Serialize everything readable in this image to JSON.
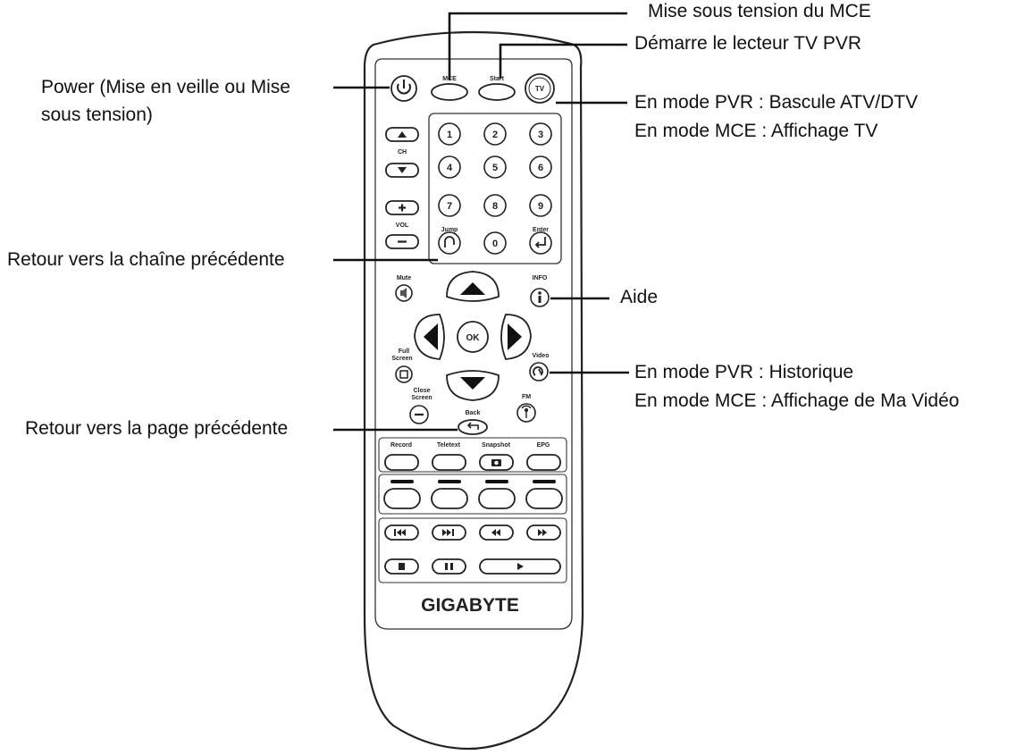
{
  "remote": {
    "brand": "GIGABYTE",
    "top_buttons": {
      "mce": "MCE",
      "start": "Start",
      "tv": "TV"
    },
    "ch_label": "CH",
    "vol_label": "VOL",
    "digits": [
      "1",
      "2",
      "3",
      "4",
      "5",
      "6",
      "7",
      "8",
      "9"
    ],
    "zero": "0",
    "jump_label": "Jump",
    "enter_label": "Enter",
    "mute_label": "Mute",
    "info_label": "INFO",
    "ok_label": "OK",
    "fullscreen_label": [
      "Full",
      "Screen"
    ],
    "video_label": "Video",
    "close_screen_label": [
      "Close",
      "Screen"
    ],
    "back_label": "Back",
    "fm_label": "FM",
    "function_buttons": [
      "Record",
      "Teletext",
      "Snapshot",
      "EPG"
    ]
  },
  "callouts": {
    "mce_power": "Mise sous tension du MCE",
    "start_pvr": "Démarre le lecteur TV PVR",
    "power_line1": "Power (Mise en veille ou Mise",
    "power_line2": "sous tension)",
    "tv_pvr": "En mode PVR : Bascule ATV/DTV",
    "tv_mce": "En mode MCE : Affichage TV",
    "prev_channel": "Retour vers la chaîne précédente",
    "help": "Aide",
    "video_pvr": "En mode PVR : Historique",
    "video_mce": "En mode MCE : Affichage de Ma Vidéo",
    "prev_page": "Retour vers la page précédente"
  }
}
